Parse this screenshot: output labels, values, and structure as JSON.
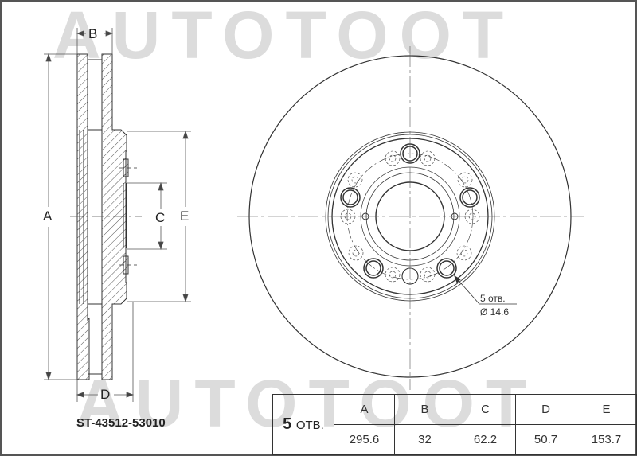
{
  "watermark": "AUTOTOOT",
  "part_number": "ST-43512-53010",
  "side_view": {
    "dimension_labels": [
      "A",
      "B",
      "C",
      "D",
      "E"
    ]
  },
  "front_view": {
    "hole_note": {
      "count": "5 отв.",
      "diameter": "Ø 14.6"
    }
  },
  "spec_table": {
    "holes": {
      "count": "5",
      "label": "ОТВ."
    },
    "headers": [
      "A",
      "B",
      "C",
      "D",
      "E"
    ],
    "values": [
      "295.6",
      "32",
      "62.2",
      "50.7",
      "153.7"
    ]
  },
  "colors": {
    "line": "#333333",
    "watermark": "#dcdcdc",
    "border": "#555555"
  }
}
